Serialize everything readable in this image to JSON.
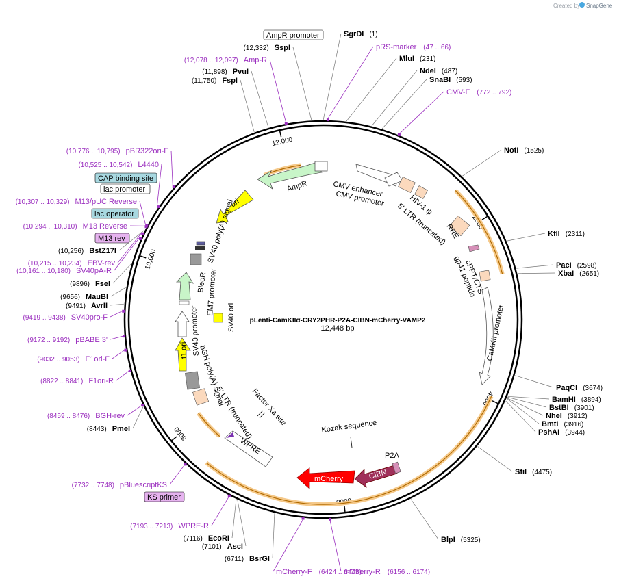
{
  "watermark": {
    "prefix": "Created by",
    "brand": "SnapGene"
  },
  "plasmid": {
    "name": "pLenti-CamKIIα-CRY2PHR-P2A-CIBN-mCherry-VAMP2",
    "length": "12,448 bp"
  },
  "ticks": [
    "2000",
    "4000",
    "6000",
    "8000",
    "10,000",
    "12,000"
  ],
  "enzymes": [
    {
      "name": "SgrDI",
      "pos": "(1)"
    },
    {
      "name": "MluI",
      "pos": "(231)"
    },
    {
      "name": "NdeI",
      "pos": "(487)"
    },
    {
      "name": "SnaBI",
      "pos": "(593)"
    },
    {
      "name": "NotI",
      "pos": "(1525)"
    },
    {
      "name": "KflI",
      "pos": "(2311)"
    },
    {
      "name": "PacI",
      "pos": "(2598)"
    },
    {
      "name": "XbaI",
      "pos": "(2651)"
    },
    {
      "name": "PaqCI",
      "pos": "(3674)"
    },
    {
      "name": "BamHI",
      "pos": "(3894)"
    },
    {
      "name": "BstBI",
      "pos": "(3901)"
    },
    {
      "name": "NheI",
      "pos": "(3912)"
    },
    {
      "name": "BmtI",
      "pos": "(3916)"
    },
    {
      "name": "PshAI",
      "pos": "(3944)"
    },
    {
      "name": "SfiI",
      "pos": "(4475)"
    },
    {
      "name": "BlpI",
      "pos": "(5325)"
    },
    {
      "name": "SspI",
      "pos": "(12,332)"
    },
    {
      "name": "PvuI",
      "pos": "(11,898)"
    },
    {
      "name": "FspI",
      "pos": "(11,750)"
    },
    {
      "name": "BstZ17I",
      "pos": "(10,256)"
    },
    {
      "name": "FseI",
      "pos": "(9896)"
    },
    {
      "name": "MauBI",
      "pos": "(9656)"
    },
    {
      "name": "AvrII",
      "pos": "(9491)"
    },
    {
      "name": "PmeI",
      "pos": "(8443)"
    },
    {
      "name": "EcoRI",
      "pos": "(7116)"
    },
    {
      "name": "AscI",
      "pos": "(7101)"
    },
    {
      "name": "BsrGI",
      "pos": "(6711)"
    }
  ],
  "primers": [
    {
      "name": "pRS-marker",
      "pos": "(47 .. 66)"
    },
    {
      "name": "CMV-F",
      "pos": "(772 .. 792)"
    },
    {
      "name": "Amp-R",
      "pos": "(12,078 .. 12,097)"
    },
    {
      "name": "pBR322ori-F",
      "pos": "(10,776 .. 10,795)"
    },
    {
      "name": "L4440",
      "pos": "(10,525 .. 10,542)"
    },
    {
      "name": "M13/pUC Reverse",
      "pos": "(10,307 .. 10,329)"
    },
    {
      "name": "M13 Reverse",
      "pos": "(10,294 .. 10,310)"
    },
    {
      "name": "EBV-rev",
      "pos": "(10,215 .. 10,234)"
    },
    {
      "name": "SV40pA-R",
      "pos": "(10,161 .. 10,180)"
    },
    {
      "name": "SV40pro-F",
      "pos": "(9419 .. 9438)"
    },
    {
      "name": "pBABE 3'",
      "pos": "(9172 .. 9192)"
    },
    {
      "name": "F1ori-F",
      "pos": "(9032 .. 9053)"
    },
    {
      "name": "F1ori-R",
      "pos": "(8822 .. 8841)"
    },
    {
      "name": "BGH-rev",
      "pos": "(8459 .. 8476)"
    },
    {
      "name": "pBluescriptKS",
      "pos": "(7732 .. 7748)"
    },
    {
      "name": "WPRE-R",
      "pos": "(7193 .. 7213)"
    },
    {
      "name": "mCherry-F",
      "pos": "(6424 .. 6443)"
    },
    {
      "name": "mCherry-R",
      "pos": "(6156 .. 6174)"
    }
  ],
  "boxed_labels": {
    "ampr_promoter": "AmpR promoter",
    "cap_site": "CAP binding site",
    "lac_promoter": "lac promoter",
    "lac_operator": "lac operator",
    "m13_rev": "M13 rev",
    "ks_primer": "KS primer"
  },
  "features": {
    "ampr": "AmpR",
    "ori": "ori",
    "sv40_polya": "SV40 poly(A) signal",
    "bleor": "BleoR",
    "em7": "EM7 promoter",
    "sv40_promoter": "SV40 promoter",
    "sv40_ori": "SV40 ori",
    "f1_ori": "f1 ori",
    "bgh_polya": "bGH poly(A) signal",
    "ltr3": "5' LTR (truncated)",
    "factor_xa": "Factor Xa site",
    "wpre": "WPRE",
    "mcherry": "mCherry",
    "cibn": "CIBN",
    "p2a": "P2A",
    "kozak": "Kozak sequence",
    "cmv_enhancer": "CMV enhancer",
    "cmv_promoter": "CMV promoter",
    "hiv_psi": "HIV-1 ψ",
    "ltr5": "5' LTR (truncated)",
    "rre": "RRE",
    "cppt": "cPPT/CTS",
    "gp41": "gp41 peptide",
    "camkii": "CaMKII promoter"
  },
  "colors": {
    "backbone": "#000000",
    "primer": "#9b2fbf",
    "orf_highlight": "#f5c98a",
    "ori": "#ffff00",
    "ampr": "#c8f5c8",
    "mcherry": "#ff0000",
    "cibn": "#a0305a",
    "lac_box": "#a8d8e0",
    "m13_box": "#e6b3ef"
  }
}
